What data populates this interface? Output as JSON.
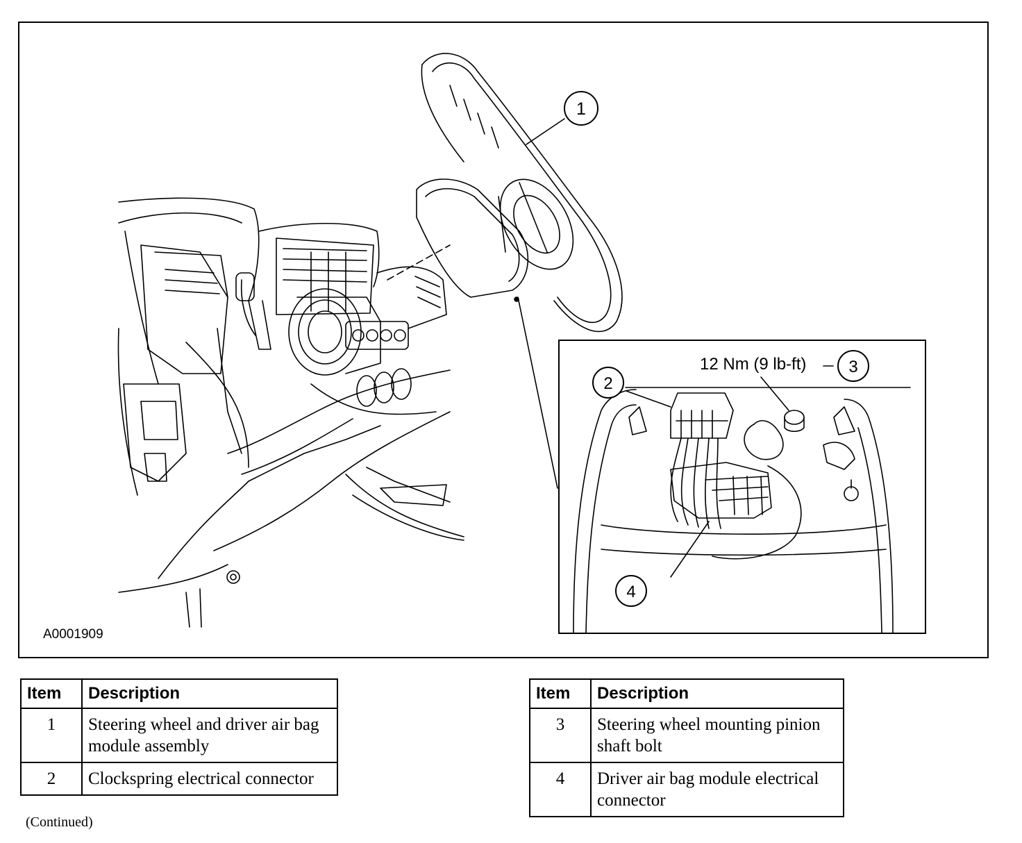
{
  "figure": {
    "id": "A0001909",
    "callouts": [
      "1",
      "2",
      "3",
      "4"
    ],
    "torque_spec": "12 Nm (9 lb-ft)"
  },
  "legend_left": {
    "headers": [
      "Item",
      "Description"
    ],
    "rows": [
      {
        "item": "1",
        "description": "Steering wheel and driver air bag module assembly"
      },
      {
        "item": "2",
        "description": "Clockspring electrical connector"
      }
    ]
  },
  "legend_right": {
    "headers": [
      "Item",
      "Description"
    ],
    "rows": [
      {
        "item": "3",
        "description": "Steering wheel mounting pinion shaft bolt"
      },
      {
        "item": "4",
        "description": "Driver air bag module electrical connector"
      }
    ]
  },
  "footer": {
    "continued": "(Continued)"
  }
}
